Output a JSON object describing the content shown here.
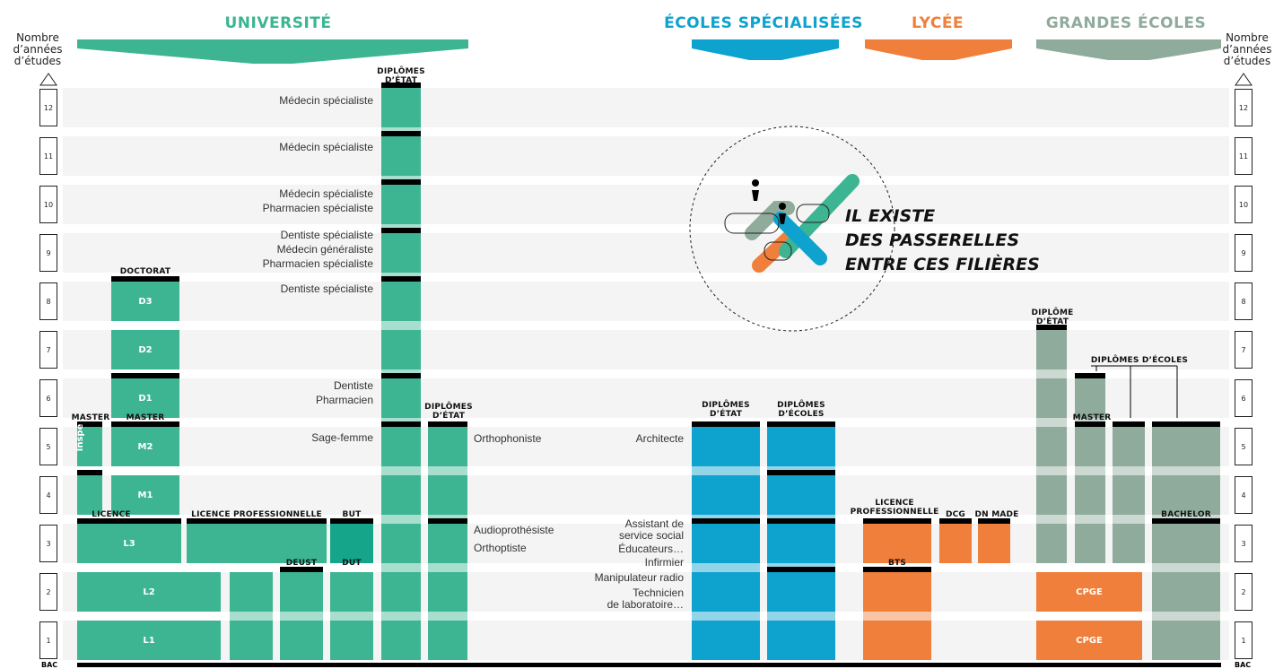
{
  "headers": {
    "universite": "UNIVERSITÉ",
    "ecoles_specialisees": "ÉCOLES SPÉCIALISÉES",
    "lycee": "LYCÉE",
    "grandes_ecoles": "GRANDES ÉCOLES"
  },
  "axis": {
    "title_line1": "Nombre",
    "title_line2": "d’années",
    "title_line3": "d’études",
    "years": [
      "12",
      "11",
      "10",
      "9",
      "8",
      "7",
      "6",
      "5",
      "4",
      "3",
      "2",
      "1"
    ],
    "bac": "BAC"
  },
  "colors": {
    "university": "#3db592",
    "university_dark": "#14a58a",
    "ecoles": "#0ea2cf",
    "lycee": "#ef7f3a",
    "grandes_ecoles": "#8fab9c",
    "cap": "#000000"
  },
  "university": {
    "master_inspe_cap": "MASTER",
    "inspe": "Inspé",
    "master_cap": "MASTER",
    "doctorat_cap": "DOCTORAT",
    "d3": "D3",
    "d2": "D2",
    "d1": "D1",
    "m2": "M2",
    "m1": "M1",
    "licence_cap": "LICENCE",
    "l3": "L3",
    "l2": "L2",
    "l1": "L1",
    "licence_pro_cap": "LICENCE PROFESSIONNELLE",
    "but_cap": "BUT",
    "deust_cap": "DEUST",
    "dut_cap": "DUT",
    "diplomes_etat_cap_1": "DIPLÔMES D’ÉTAT",
    "diplomes_etat_cap_2": "DIPLÔMES D’ÉTAT"
  },
  "health_labels": {
    "y12": "Médecin spécialiste",
    "y11": "Médecin spécialiste",
    "y10a": "Médecin spécialiste",
    "y10b": "Pharmacien spécialiste",
    "y9a": "Dentiste spécialiste",
    "y9b": "Médecin généraliste",
    "y9c": "Pharmacien spécialiste",
    "y8": "Dentiste spécialiste",
    "y6a": "Dentiste",
    "y6b": "Pharmacien",
    "y5": "Sage-femme",
    "orthophoniste": "Orthophoniste",
    "audioprothesiste": "Audioprothésiste",
    "orthoptiste": "Orthoptiste"
  },
  "ecoles": {
    "etat_cap": "DIPLÔMES D’ÉTAT",
    "ecoles_cap": "DIPLÔMES D’ÉCOLES",
    "architecte": "Architecte",
    "assistant1": "Assistant de",
    "assistant2": "service social",
    "educateurs": "Éducateurs…",
    "infirmier": "Infirmier",
    "manipulateur": "Manipulateur radio",
    "technicien1": "Technicien",
    "technicien2": "de laboratoire…"
  },
  "lycee": {
    "licence_pro_cap": "LICENCE PROFESSIONNELLE",
    "dcg_cap": "DCG",
    "dnmade_cap": "DN MADE",
    "bts_cap": "BTS"
  },
  "grandes_ecoles": {
    "diplome_etat_cap": "DIPLÔME D’ÉTAT",
    "diplomes_ecoles_cap": "DIPLÔMES D’ÉCOLES",
    "master_cap": "MASTER",
    "bachelor_cap": "BACHELOR",
    "cpge1": "CPGE",
    "cpge2": "CPGE"
  },
  "passerelles": {
    "line1": "IL EXISTE",
    "line2": "DES PASSERELLES",
    "line3": "ENTRE CES FILIÈRES"
  }
}
